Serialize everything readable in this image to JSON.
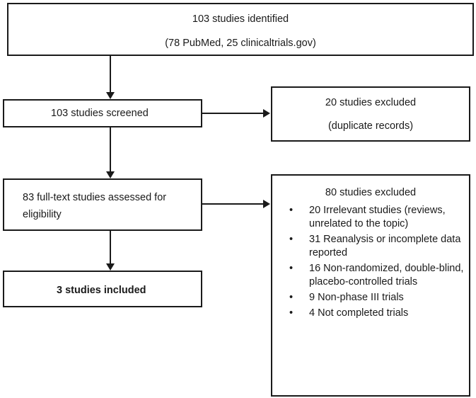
{
  "identified": {
    "line1": "103 studies identified",
    "line2": "(78 PubMed, 25 clinicaltrials.gov)"
  },
  "screened": {
    "label": "103 studies screened"
  },
  "excluded_duplicates": {
    "line1": "20 studies excluded",
    "line2": "(duplicate records)"
  },
  "assessed": {
    "label": "83 full-text studies assessed for eligibility"
  },
  "excluded_fulltext": {
    "title": "80 studies excluded",
    "bullet": "•",
    "reasons": [
      "20 Irrelevant studies (reviews, unrelated to the topic)",
      "31 Reanalysis or incomplete data reported",
      "16 Non-randomized, double-blind, placebo-controlled trials",
      "9 Non-phase III trials",
      "4 Not completed trials"
    ]
  },
  "included": {
    "label": "3 studies included"
  }
}
